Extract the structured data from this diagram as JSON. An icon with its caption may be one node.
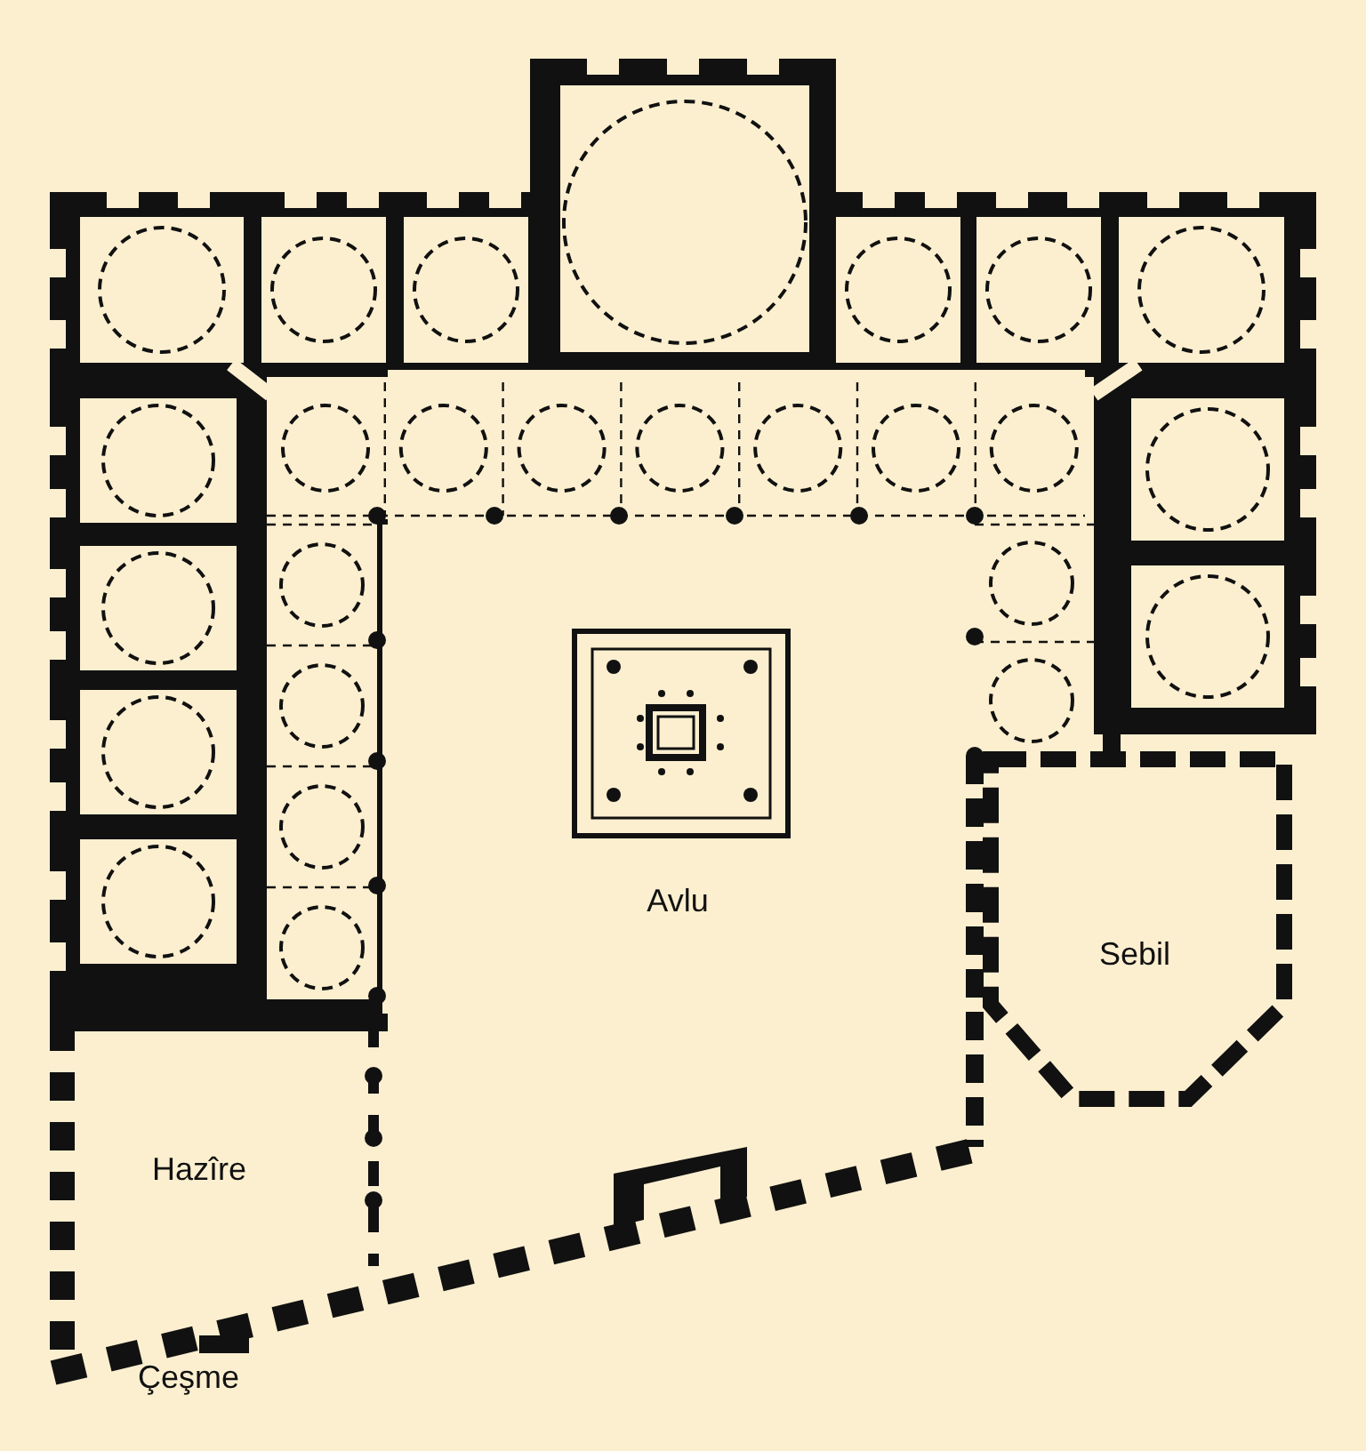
{
  "diagram": {
    "labels": [
      "Avlu",
      "Sebil",
      "Hazîre",
      "Çeşme"
    ]
  }
}
